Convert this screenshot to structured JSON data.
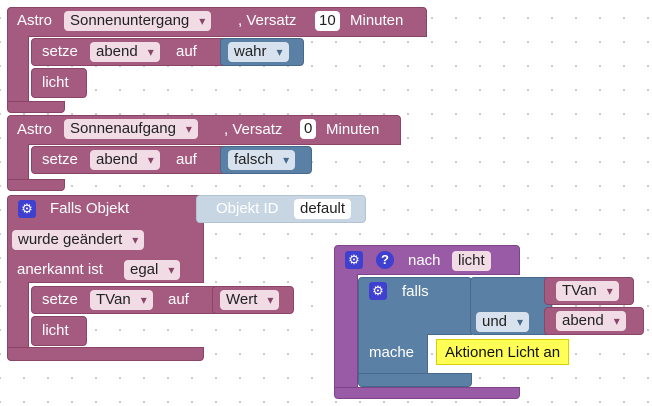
{
  "block1": {
    "astro_label": "Astro",
    "event": "Sonnenuntergang",
    "offset_label": ", Versatz",
    "offset_value": "10",
    "unit_label": "Minuten",
    "set_label": "setze",
    "variable": "abend",
    "to_label": "auf",
    "value": "wahr",
    "call_label": "licht"
  },
  "block2": {
    "astro_label": "Astro",
    "event": "Sonnenaufgang",
    "offset_label": ", Versatz",
    "offset_value": "0",
    "unit_label": "Minuten",
    "set_label": "setze",
    "variable": "abend",
    "to_label": "auf",
    "value": "falsch"
  },
  "block3": {
    "falls_objekt_label": "Falls Objekt",
    "object_id_label": "Objekt ID",
    "object_id_value": "default",
    "trigger": "wurde geändert",
    "ack_label": "anerkannt ist",
    "ack_value": "egal",
    "set_label": "setze",
    "variable": "TVan",
    "to_label": "auf",
    "value": "Wert",
    "call_label": "licht"
  },
  "block4": {
    "help_glyph": "?",
    "after_label": "nach",
    "function_name": "licht",
    "if_label": "falls",
    "var1": "TVan",
    "operator": "und",
    "var2": "abend",
    "do_label": "mache",
    "comment": "Aktionen Licht an"
  },
  "icons": {
    "gear": "⚙"
  }
}
